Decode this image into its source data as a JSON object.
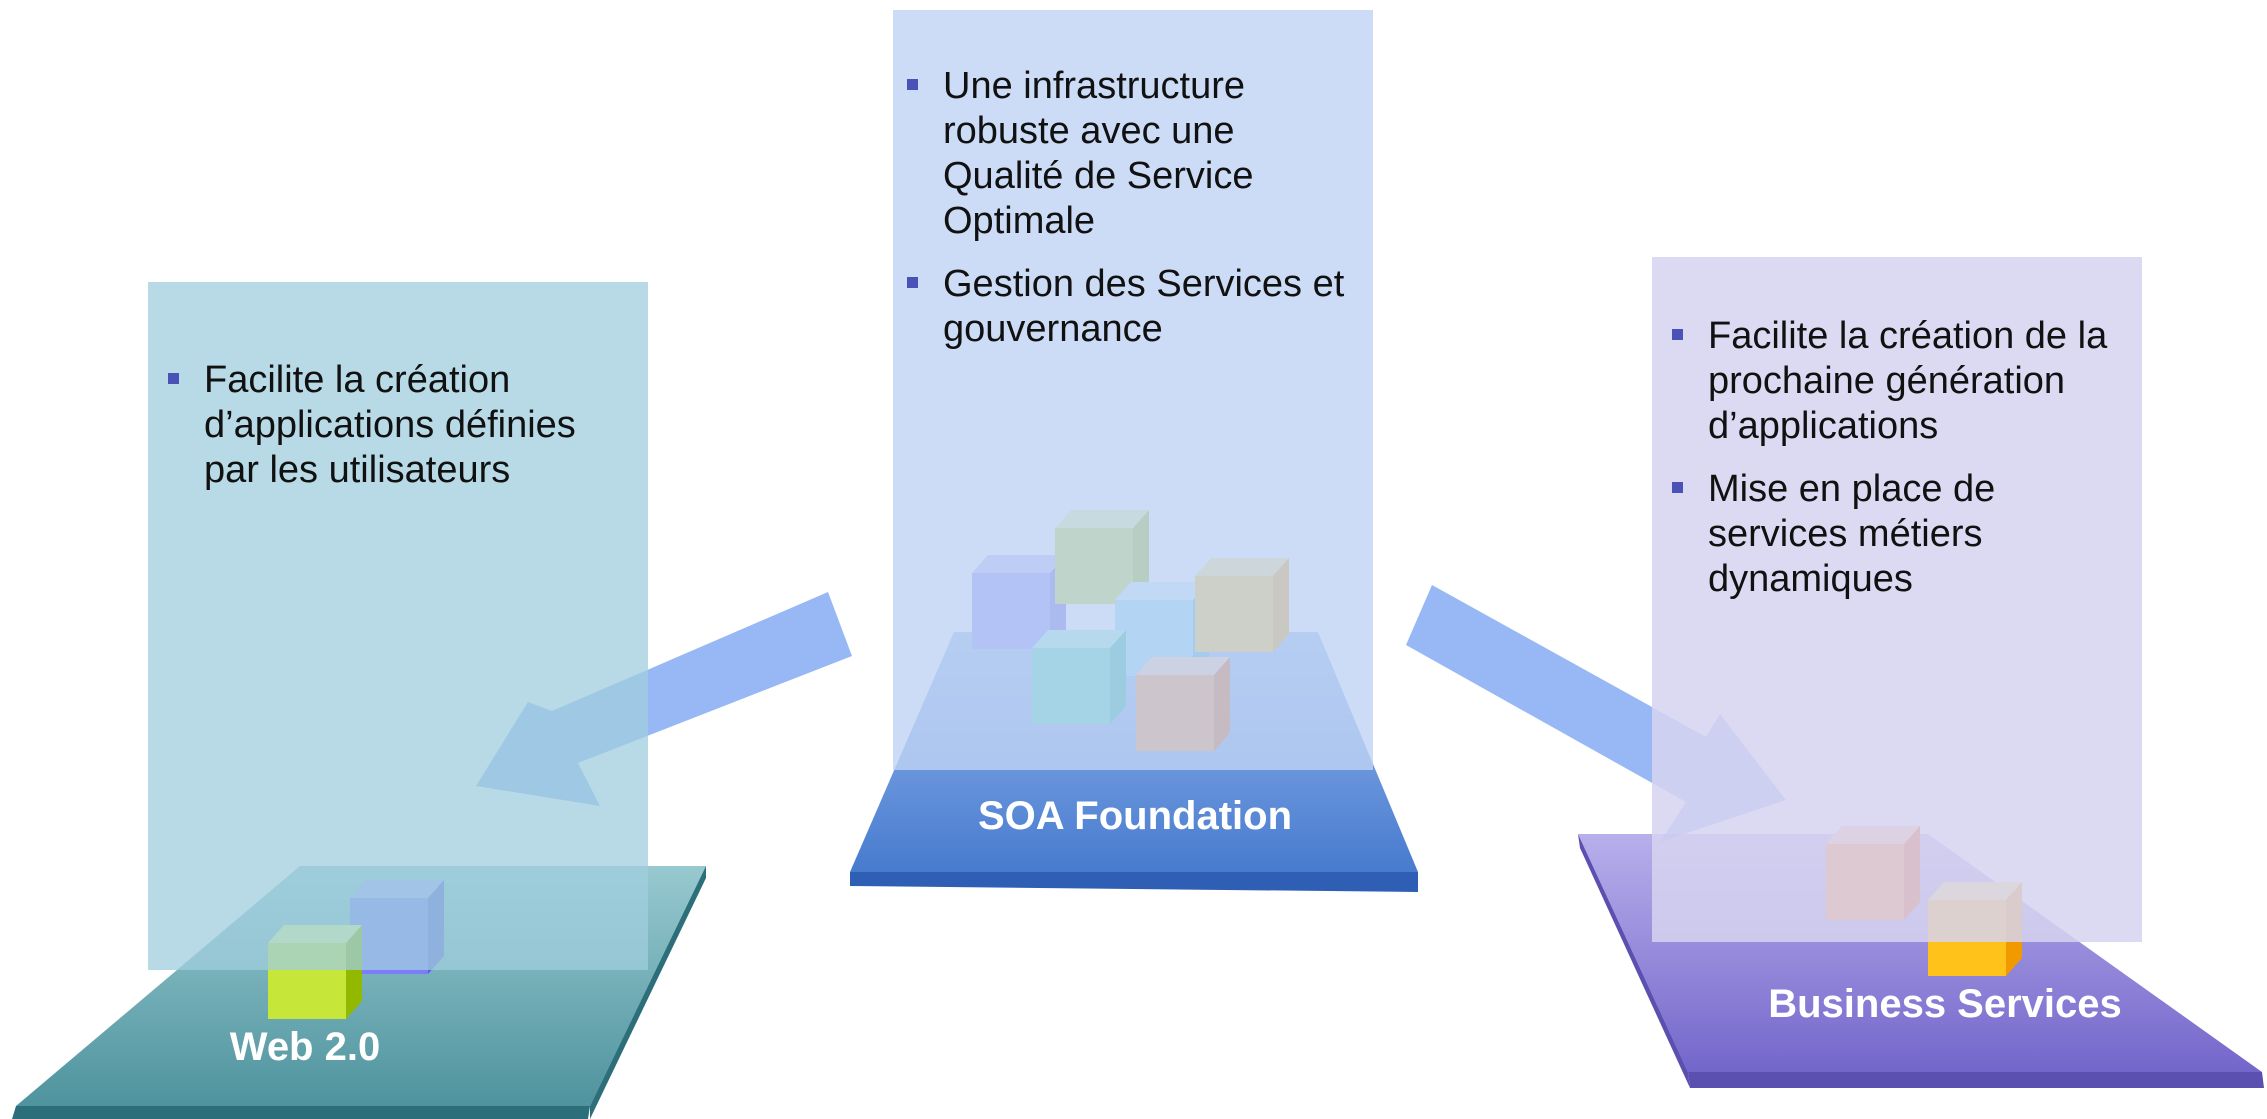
{
  "panels": {
    "left": {
      "bullets": [
        "Facilite la création d’applications définies par les utilisateurs"
      ],
      "platform_label": "Web 2.0",
      "color": "#a0cdde"
    },
    "center": {
      "bullets": [
        "Une infrastructure robuste avec une Qualité de Service Optimale",
        "Gestion des Services et gouvernance"
      ],
      "platform_label": "SOA Foundation",
      "color": "#bfd3f4"
    },
    "right": {
      "bullets": [
        "Facilite la création de la prochaine génération d’applications",
        "Mise en place de services métiers dynamiques"
      ],
      "platform_label": "Business Services",
      "color": "#d6d3f0"
    }
  },
  "colors": {
    "bullet_marker": "#4a52b8",
    "arrow": "#6f9df0",
    "platform_web2": "#4f9aa5",
    "platform_soa": "#4a7ed4",
    "platform_biz": "#7d6fd0"
  },
  "icons": [
    "cube-icon",
    "arrow-icon"
  ]
}
